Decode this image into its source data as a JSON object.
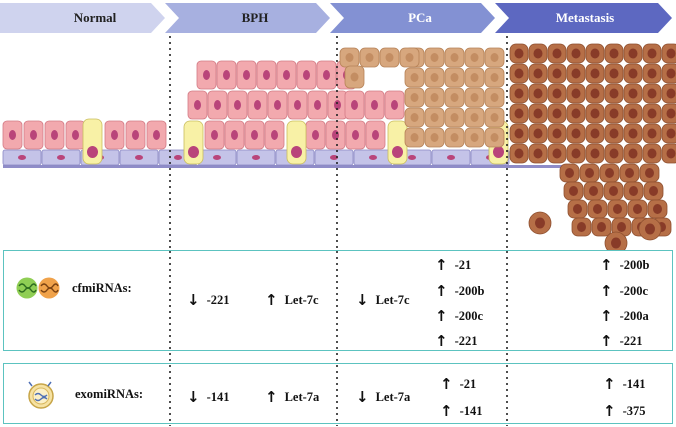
{
  "stages": [
    {
      "label": "Normal"
    },
    {
      "label": "BPH"
    },
    {
      "label": "PCa"
    },
    {
      "label": "Metastasis"
    }
  ],
  "cfmirna": {
    "row_label": "cfmiRNAs:",
    "icon": "dna-pair-icon",
    "bph": [
      {
        "direction": "down",
        "text": "-221"
      },
      {
        "direction": "up",
        "text": "Let-7c"
      }
    ],
    "pca_left": [
      {
        "direction": "down",
        "text": "Let-7c"
      }
    ],
    "pca_right": [
      {
        "direction": "up",
        "text": "-21"
      },
      {
        "direction": "up",
        "text": "-200b"
      },
      {
        "direction": "up",
        "text": "-200c"
      },
      {
        "direction": "up",
        "text": "-221"
      }
    ],
    "metastasis": [
      {
        "direction": "up",
        "text": "-200b"
      },
      {
        "direction": "up",
        "text": "-200c"
      },
      {
        "direction": "up",
        "text": "-200a"
      },
      {
        "direction": "up",
        "text": "-221"
      }
    ]
  },
  "exomirna": {
    "row_label": "exomiRNAs:",
    "icon": "exosome-icon",
    "bph": [
      {
        "direction": "down",
        "text": "-141"
      },
      {
        "direction": "up",
        "text": "Let-7a"
      }
    ],
    "pca_left": [
      {
        "direction": "down",
        "text": "Let-7a"
      }
    ],
    "pca_right": [
      {
        "direction": "up",
        "text": "-21"
      },
      {
        "direction": "up",
        "text": "-141"
      }
    ],
    "metastasis": [
      {
        "direction": "up",
        "text": "-141"
      },
      {
        "direction": "up",
        "text": "-375"
      }
    ]
  },
  "colors": {
    "chevron_1": "#cfd3ee",
    "chevron_2": "#a7b0e0",
    "chevron_3": "#8391d3",
    "chevron_4": "#5d68c1",
    "normal_cell": "#f2a9ae",
    "normal_nucleus": "#b9447a",
    "basal_cell": "#c4c3e8",
    "yellow_cell": "#f8f1a6",
    "cancer_cell": "#d7a77e",
    "met_cell": "#b66f47",
    "met_nucleus": "#883b28",
    "box_border": "#5cc3c0"
  }
}
